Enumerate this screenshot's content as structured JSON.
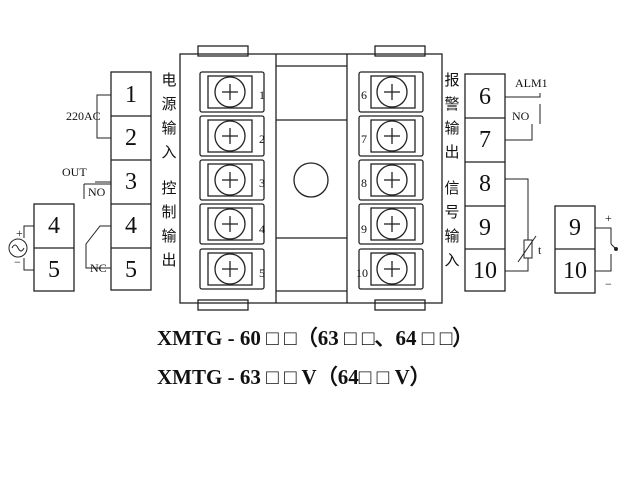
{
  "left": {
    "terminals": [
      "1",
      "2",
      "3",
      "4",
      "5"
    ],
    "power_label": "220AC",
    "out_label": "OUT",
    "no_label": "NO",
    "nc_label": "NC",
    "group1_label": [
      "电",
      "源",
      "输",
      "入"
    ],
    "group2_label": [
      "控",
      "制",
      "输",
      "出"
    ]
  },
  "source_box": {
    "terminals": [
      "4",
      "5"
    ],
    "plus": "+",
    "minus": "−"
  },
  "device": {
    "left_numbers": [
      "1",
      "2",
      "3",
      "4",
      "5"
    ],
    "right_numbers": [
      "6",
      "7",
      "8",
      "9",
      "10"
    ]
  },
  "right": {
    "terminals": [
      "6",
      "7",
      "8",
      "9",
      "10"
    ],
    "alm_label": "ALM1",
    "no_label": "NO",
    "group1_label": [
      "报",
      "警",
      "输",
      "出"
    ],
    "group2_label": [
      "信",
      "号",
      "输",
      "入"
    ],
    "thermistor_label": "t"
  },
  "signal_box": {
    "terminals": [
      "9",
      "10"
    ],
    "plus": "+",
    "minus": "−"
  },
  "models": {
    "line1": "XMTG - 60 □ □（63 □ □、64 □ □）",
    "line2": "XMTG - 63 □ □ V（64□ □ V）"
  }
}
